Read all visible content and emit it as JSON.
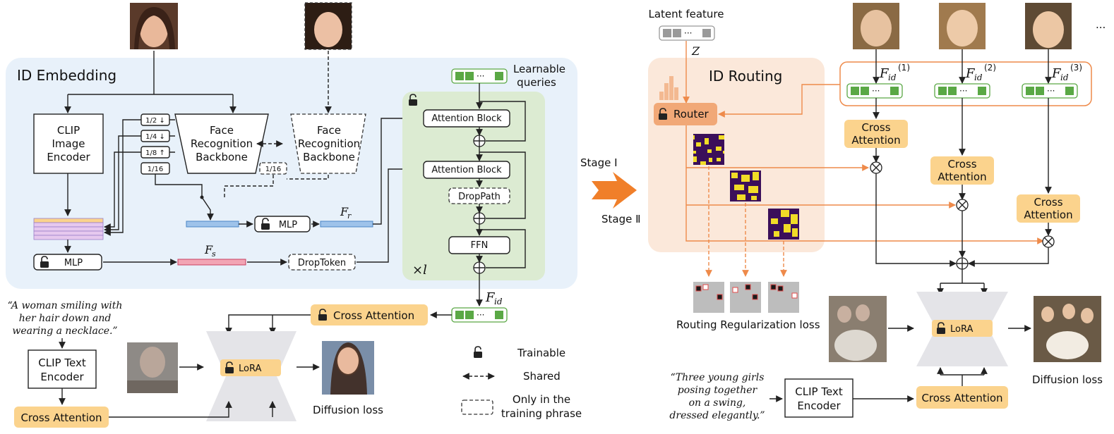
{
  "left": {
    "title": "ID Embedding",
    "clip_image_encoder": [
      "CLIP",
      "Image",
      "Encoder"
    ],
    "face_backbone": [
      "Face",
      "Recognition",
      "Backbone"
    ],
    "scales": [
      "1/2 ↓",
      "1/4 ↓",
      "1/8 ↑",
      "1/16"
    ],
    "scale_dashed": "1/16",
    "mlp_label": "MLP",
    "f_r": "F",
    "f_r_sub": "r",
    "f_s": "F",
    "f_s_sub": "s",
    "drop_token": "DropToken",
    "learnable_queries": [
      "Learnable",
      "queries"
    ],
    "attention_block": "Attention Block",
    "drop_path": "DropPath",
    "ffn": "FFN",
    "times_l": "×l",
    "f_id": "F",
    "f_id_sub": "id",
    "cross_attention": "Cross Attention",
    "lora": "LoRA",
    "prompt": [
      "“A woman smiling with",
      "her hair down and",
      "wearing a necklace.”"
    ],
    "clip_text_encoder": [
      "CLIP Text",
      "Encoder"
    ],
    "diffusion_loss": "Diffusion loss"
  },
  "legend": {
    "trainable": "Trainable",
    "shared": "Shared",
    "only_training": [
      "Only in the",
      "training phrase"
    ]
  },
  "stages": {
    "stage1": "Stage Ⅰ",
    "stage2": "Stage Ⅱ"
  },
  "right": {
    "latent_feature": "Latent feature",
    "z": "Z",
    "title": "ID Routing",
    "router": "Router",
    "f_ids": [
      {
        "base": "F",
        "sub": "id",
        "sup": "(1)"
      },
      {
        "base": "F",
        "sub": "id",
        "sup": "(2)"
      },
      {
        "base": "F",
        "sub": "id",
        "sup": "(3)"
      }
    ],
    "ellipsis": "...",
    "cross_attention": [
      "Cross",
      "Attention"
    ],
    "routing_loss": "Routing Regularization loss",
    "lora": "LoRA",
    "prompt": [
      "“Three young girls",
      "posing together",
      "on a swing,",
      "dressed elegantly.”"
    ],
    "clip_text_encoder": [
      "CLIP Text",
      "Encoder"
    ],
    "cross_attention_bottom": "Cross Attention",
    "diffusion_loss": "Diffusion loss"
  },
  "colors": {
    "id_embedding_bg": "#e8f1fa",
    "transformer_bg": "#dcebd2",
    "routing_bg": "#fbe8da",
    "router_fill": "#f1a877",
    "cross_attention_fill": "#fbd38d",
    "arrow_orange": "#ee8a4a",
    "stage_arrow": "#f07f2a",
    "token_green": "#5aa845"
  }
}
